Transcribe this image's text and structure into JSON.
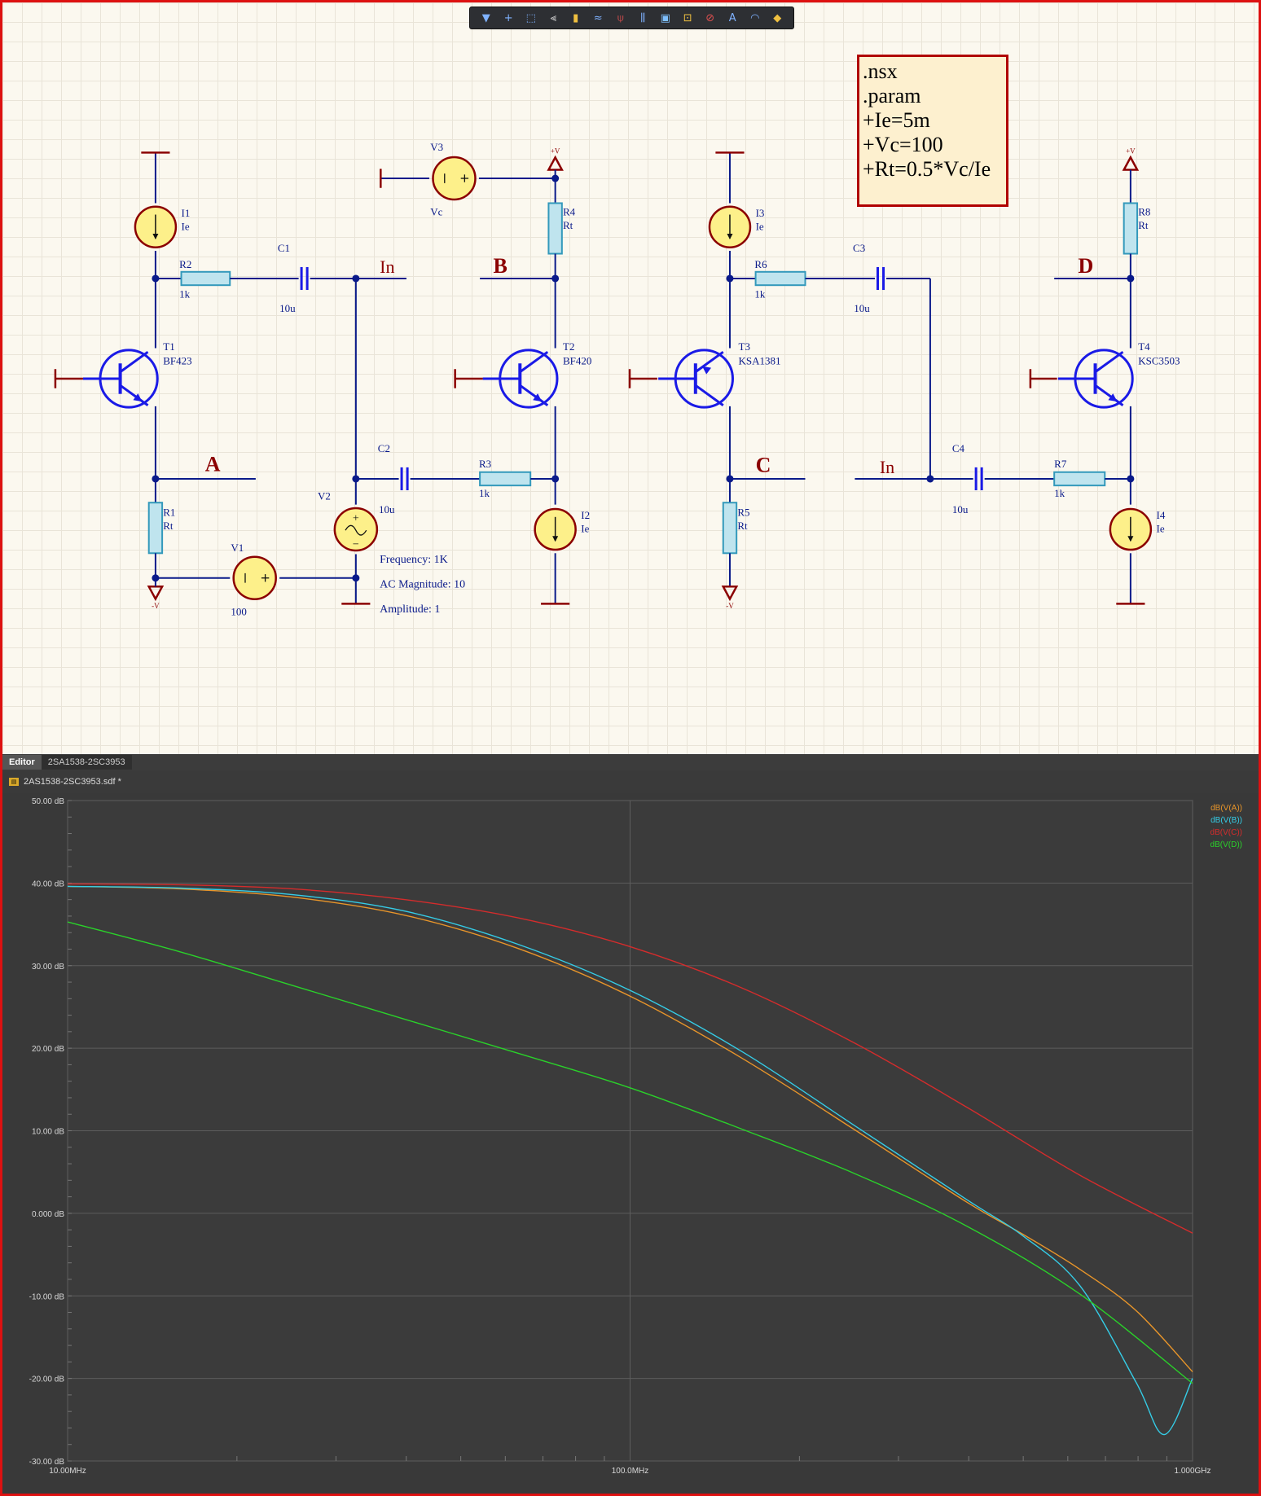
{
  "toolbar": {
    "tools": [
      {
        "icon": "filter-icon",
        "glyph": "▼",
        "color": "#7fb2ff"
      },
      {
        "icon": "move-icon",
        "glyph": "+",
        "color": "#7fb2ff"
      },
      {
        "icon": "select-rect-icon",
        "glyph": "⬚",
        "color": "#7fb2ff"
      },
      {
        "icon": "align-icon",
        "glyph": "⫷",
        "color": "#cfcfcf"
      },
      {
        "icon": "component-icon",
        "glyph": "▮",
        "color": "#f0c040"
      },
      {
        "icon": "wire-icon",
        "glyph": "≈",
        "color": "#7fb2ff"
      },
      {
        "icon": "power-port-icon",
        "glyph": "⍦",
        "color": "#e05050"
      },
      {
        "icon": "bus-icon",
        "glyph": "⫼",
        "color": "#7fb2ff"
      },
      {
        "icon": "harness-icon",
        "glyph": "▣",
        "color": "#7fc0ff"
      },
      {
        "icon": "port-icon",
        "glyph": "⊡",
        "color": "#f0c040"
      },
      {
        "icon": "no-erc-icon",
        "glyph": "⊘",
        "color": "#e05050"
      },
      {
        "icon": "text-icon",
        "glyph": "A",
        "color": "#7fb2ff"
      },
      {
        "icon": "arc-icon",
        "glyph": "◠",
        "color": "#7fb2ff"
      },
      {
        "icon": "probe-icon",
        "glyph": "◆",
        "color": "#f0c040"
      }
    ]
  },
  "netlist": {
    "lines": [
      ".nsx",
      ".param",
      "+Ie=5m",
      "+Vc=100",
      "+Rt=0.5*Vc/Ie"
    ]
  },
  "schematic": {
    "nets": {
      "A": "A",
      "B": "B",
      "C": "C",
      "D": "D",
      "in1": "In",
      "in2": "In"
    },
    "power": {
      "vplus1": "+V",
      "vplus2": "+V",
      "vminus1": "-V",
      "vminus2": "-V"
    },
    "components": {
      "I1": {
        "ref": "I1",
        "value": "Ie"
      },
      "I2": {
        "ref": "I2",
        "value": "Ie"
      },
      "I3": {
        "ref": "I3",
        "value": "Ie"
      },
      "I4": {
        "ref": "I4",
        "value": "Ie"
      },
      "R1": {
        "ref": "R1",
        "value": "Rt"
      },
      "R2": {
        "ref": "R2",
        "value": "1k"
      },
      "R3": {
        "ref": "R3",
        "value": "1k"
      },
      "R4": {
        "ref": "R4",
        "value": "Rt"
      },
      "R5": {
        "ref": "R5",
        "value": "Rt"
      },
      "R6": {
        "ref": "R6",
        "value": "1k"
      },
      "R7": {
        "ref": "R7",
        "value": "1k"
      },
      "R8": {
        "ref": "R8",
        "value": "Rt"
      },
      "C1": {
        "ref": "C1",
        "value": "10u"
      },
      "C2": {
        "ref": "C2",
        "value": "10u"
      },
      "C3": {
        "ref": "C3",
        "value": "10u"
      },
      "C4": {
        "ref": "C4",
        "value": "10u"
      },
      "T1": {
        "ref": "T1",
        "value": "BF423"
      },
      "T2": {
        "ref": "T2",
        "value": "BF420"
      },
      "T3": {
        "ref": "T3",
        "value": "KSA1381"
      },
      "T4": {
        "ref": "T4",
        "value": "KSC3503"
      },
      "V1": {
        "ref": "V1",
        "value": "100"
      },
      "V2": {
        "ref": "V2",
        "value": ""
      },
      "V3": {
        "ref": "V3",
        "value": "Vc"
      }
    },
    "v2_params": [
      "Frequency: 1K",
      "AC Magnitude: 10",
      "Amplitude: 1"
    ]
  },
  "tabs": [
    {
      "label": "Editor",
      "active": true
    },
    {
      "label": "2SA1538-2SC3953",
      "active": false
    }
  ],
  "document": {
    "icon": "sdf-file-icon",
    "name": "2AS1538-2SC3953.sdf *"
  },
  "chart_data": {
    "type": "line",
    "xscale": "log",
    "xlim": [
      10000000,
      1000000000
    ],
    "ylim": [
      -30,
      50
    ],
    "grid": true,
    "legend_position": "top-right",
    "xticks": [
      {
        "v": 10000000,
        "label": "10.00MHz"
      },
      {
        "v": 100000000,
        "label": "100.0MHz"
      },
      {
        "v": 1000000000,
        "label": "1.000GHz"
      }
    ],
    "yticks": [
      {
        "v": 50,
        "label": "50.00 dB"
      },
      {
        "v": 40,
        "label": "40.00 dB"
      },
      {
        "v": 30,
        "label": "30.00 dB"
      },
      {
        "v": 20,
        "label": "20.00 dB"
      },
      {
        "v": 10,
        "label": "10.00 dB"
      },
      {
        "v": 0,
        "label": "0.000 dB"
      },
      {
        "v": -10,
        "label": "-10.00 dB"
      },
      {
        "v": -20,
        "label": "-20.00 dB"
      },
      {
        "v": -30,
        "label": "-30.00 dB"
      }
    ],
    "series": [
      {
        "name": "dB(V(A))",
        "color": "#e8952a",
        "x": [
          10000000,
          15800000,
          25100000,
          39800000,
          63100000,
          100000000,
          158000000,
          251000000,
          398000000,
          501000000,
          631000000,
          794000000,
          1000000000
        ],
        "y": [
          39.6,
          39.3,
          38.3,
          36.1,
          32.1,
          26.3,
          18.8,
          10.1,
          1.3,
          -2.6,
          -6.8,
          -11.8,
          -19.2
        ]
      },
      {
        "name": "dB(V(B))",
        "color": "#35cce6",
        "x": [
          10000000,
          15800000,
          25100000,
          39800000,
          63100000,
          100000000,
          158000000,
          251000000,
          398000000,
          501000000,
          631000000,
          794000000,
          891000000,
          1000000000
        ],
        "y": [
          39.6,
          39.4,
          38.6,
          36.6,
          32.6,
          27.0,
          19.6,
          10.6,
          1.6,
          -2.8,
          -8.8,
          -20.5,
          -26.8,
          -20.0
        ]
      },
      {
        "name": "dB(V(C))",
        "color": "#d42c2c",
        "x": [
          10000000,
          15800000,
          25100000,
          39800000,
          63100000,
          100000000,
          158000000,
          251000000,
          398000000,
          631000000,
          1000000000
        ],
        "y": [
          39.9,
          39.8,
          39.3,
          38.0,
          35.8,
          32.3,
          27.3,
          20.6,
          12.8,
          4.6,
          -2.4
        ]
      },
      {
        "name": "dB(V(D))",
        "color": "#2ad12a",
        "x": [
          10000000,
          15800000,
          25100000,
          39800000,
          63100000,
          100000000,
          158000000,
          251000000,
          398000000,
          631000000,
          1000000000
        ],
        "y": [
          35.3,
          31.7,
          27.6,
          23.5,
          19.4,
          15.2,
          10.2,
          4.8,
          -1.6,
          -9.8,
          -20.6
        ]
      }
    ]
  }
}
